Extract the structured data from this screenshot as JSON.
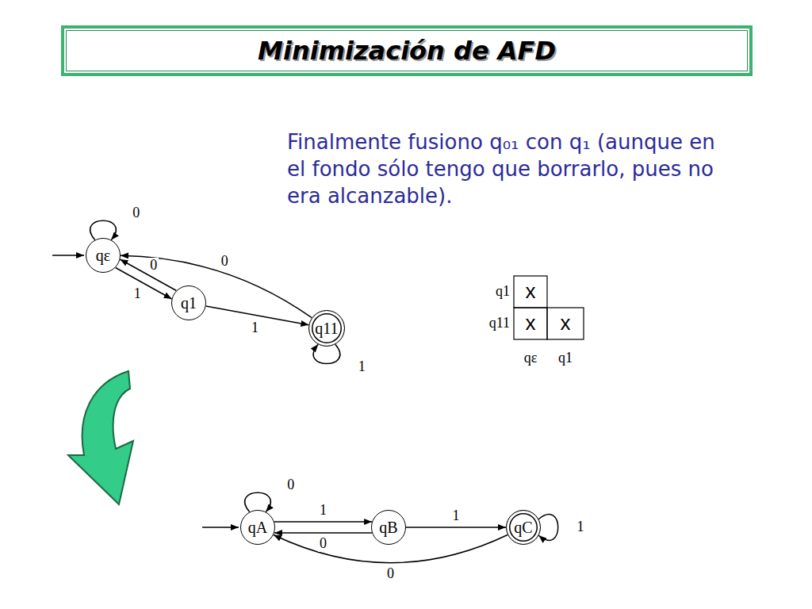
{
  "diagram": {
    "title": "Minimización de AFD",
    "nodes": [
      {
        "text": [
          "qε"
        ]
      },
      {
        "text": [
          "q1"
        ]
      },
      {
        "text": [
          "q11"
        ]
      },
      {
        "text": [
          "qA"
        ]
      },
      {
        "text": [
          "qB"
        ]
      },
      {
        "text": [
          "qC"
        ]
      }
    ],
    "edges": [
      {
        "from": 0,
        "to": 0,
        "label": "0",
        "arrow": "to"
      },
      {
        "from": 0,
        "to": 1,
        "label": "1",
        "arrow": "to"
      },
      {
        "from": 1,
        "to": 0,
        "label": "0",
        "arrow": "to"
      },
      {
        "from": 1,
        "to": 2,
        "label": "1",
        "arrow": "to"
      },
      {
        "from": 2,
        "to": 0,
        "label": "0",
        "arrow": "to"
      },
      {
        "from": 2,
        "to": 2,
        "label": "1",
        "arrow": "to"
      },
      {
        "from": 3,
        "to": 3,
        "label": "0",
        "arrow": "to"
      },
      {
        "from": 3,
        "to": 4,
        "label": "1",
        "arrow": "to"
      },
      {
        "from": 4,
        "to": 3,
        "label": "0",
        "arrow": "to"
      },
      {
        "from": 4,
        "to": 5,
        "label": "1",
        "arrow": "to"
      },
      {
        "from": 5,
        "to": 5,
        "label": "1",
        "arrow": "to"
      },
      {
        "from": 5,
        "to": 3,
        "label": "0",
        "arrow": "to"
      }
    ],
    "labels": [
      "Finalmente fusiono q₀₁ con q₁ (aunque en el fondo sólo tengo que borrarlo, pues no era alcanzable).",
      "x",
      "x",
      "x",
      "q1",
      "q11",
      "qε",
      "q1"
    ]
  }
}
